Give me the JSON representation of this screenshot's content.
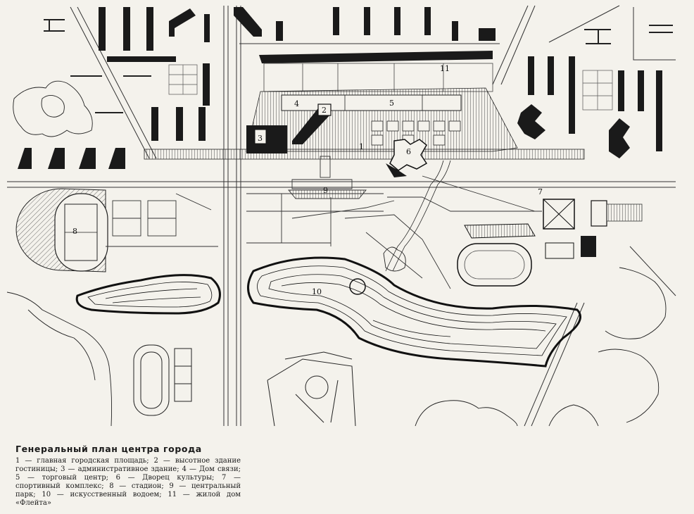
{
  "caption": {
    "title": "Генеральный план центра города",
    "legend": "1 — главная городская площадь; 2 — высотное здание гостиницы; 3 — административное здание; 4 — Дом связи; 5 — торговый центр; 6 — Дворец культуры; 7 — спортивный комплекс; 8 — стадион; 9 — центральный парк; 10 — искусственный водоем; 11 — жилой дом «Флейта»"
  },
  "markers": [
    {
      "id": "marker-1",
      "label": "1"
    },
    {
      "id": "marker-2",
      "label": "2"
    },
    {
      "id": "marker-3",
      "label": "3"
    },
    {
      "id": "marker-4",
      "label": "4"
    },
    {
      "id": "marker-5",
      "label": "5"
    },
    {
      "id": "marker-6",
      "label": "6"
    },
    {
      "id": "marker-7",
      "label": "7"
    },
    {
      "id": "marker-8",
      "label": "8"
    },
    {
      "id": "marker-9",
      "label": "9"
    },
    {
      "id": "marker-10",
      "label": "10"
    },
    {
      "id": "marker-11",
      "label": "11"
    }
  ],
  "colors": {
    "ink": "#1a1a1a",
    "paper": "#f4f2ec"
  }
}
